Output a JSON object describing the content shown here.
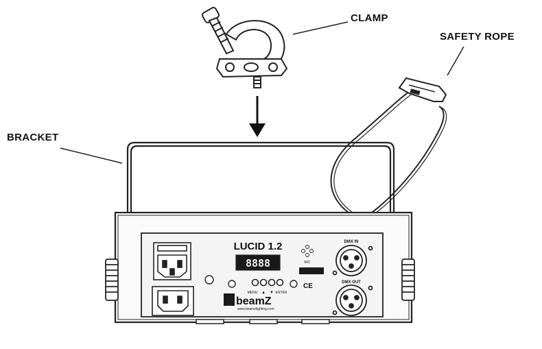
{
  "labels": {
    "clamp": "CLAMP",
    "safety_rope": "SAFETY ROPE",
    "bracket": "BRACKET"
  },
  "device": {
    "model": "LUCID 1.2",
    "brand": "beamZ",
    "website": "www.beamzlighting.com",
    "display": "8888",
    "dmx_in": "DMX IN",
    "dmx_out": "DMX OUT",
    "buttons": {
      "menu": "MENU",
      "up": "▲",
      "down": "▼",
      "enter": "ENTER"
    },
    "mic": "MIC",
    "ce_mark": "CE"
  },
  "colors": {
    "line": "#222222",
    "panel": "#f4f4f4",
    "dark": "#1a1a1a"
  }
}
